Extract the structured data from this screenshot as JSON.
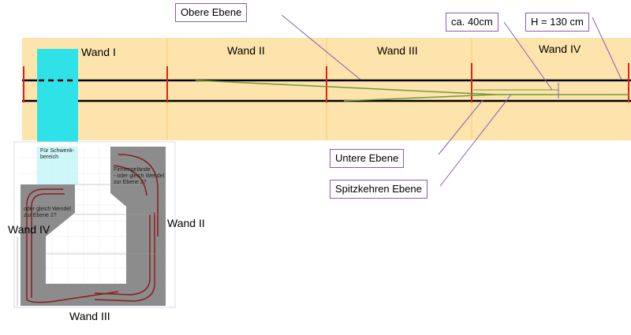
{
  "walls": {
    "w1": "Wand I",
    "w2": "Wand II",
    "w3": "Wand III",
    "w4": "Wand IV"
  },
  "callouts": {
    "obere": "Obere Ebene",
    "untere": "Untere Ebene",
    "spitz": "Spitzkehren Ebene",
    "ca40": "ca. 40cm",
    "height": "H = 130 cm"
  },
  "plan": {
    "walls": {
      "left": "Wand IV",
      "right": "Wand II",
      "bottom": "Wand III"
    },
    "notes": {
      "schwenk": "Für Schwenk-\nbereich",
      "firmen": "Firmengelände\n- oder gleich Wendel\nzur Ebene 2?",
      "wendel": "oder gleich Wendel\nzur Ebene 2?"
    }
  },
  "colors": {
    "band": "#fde4ac",
    "cyan": "#2fe2e8",
    "cyan_light": "#c9f6f8",
    "track": "#6f9a3c",
    "red": "#e0221a",
    "purple": "#8a5bb5",
    "gray_area": "#8c8c8c",
    "plan_track": "#8b1c1c"
  }
}
